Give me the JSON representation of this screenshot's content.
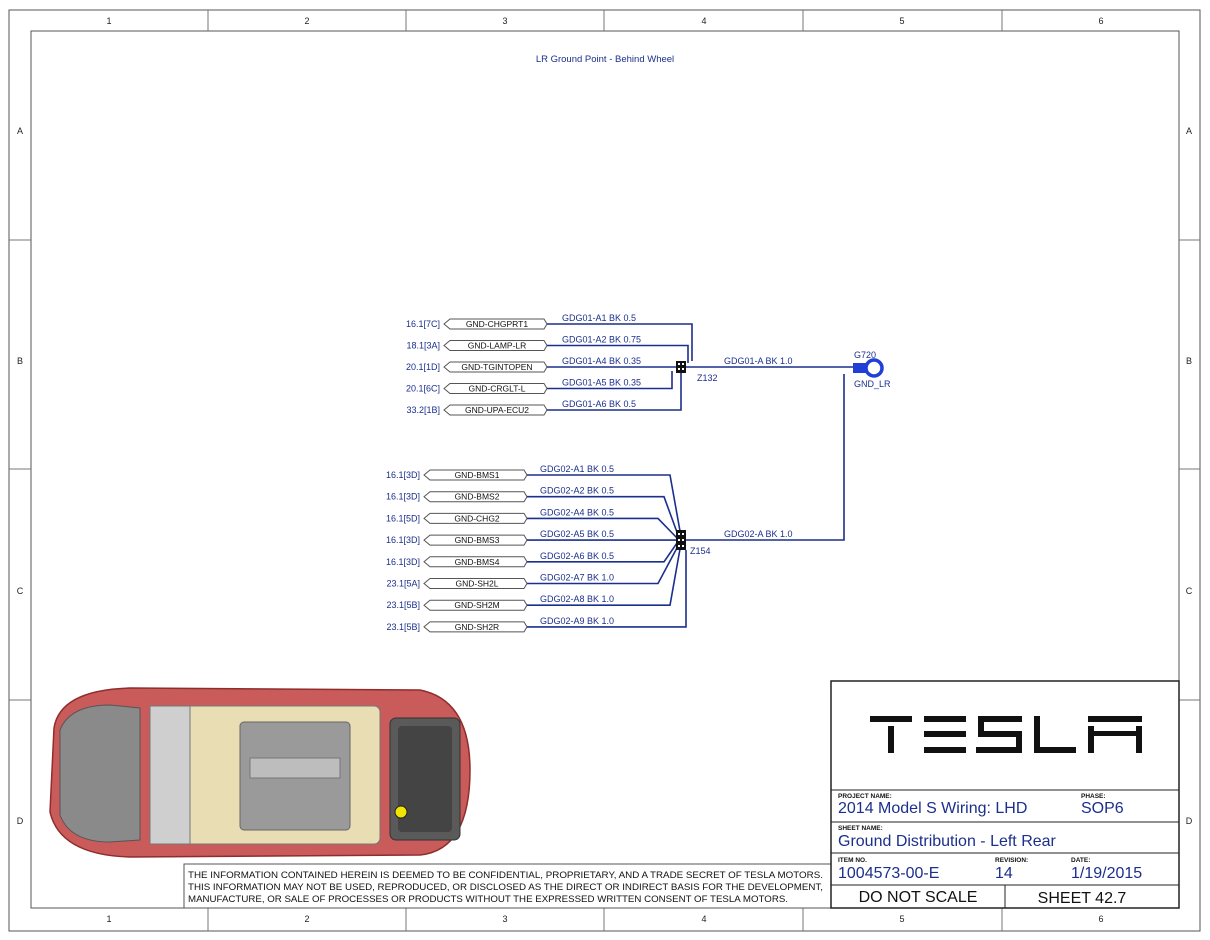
{
  "zones": {
    "columns": [
      "1",
      "2",
      "3",
      "4",
      "5",
      "6"
    ],
    "rows": [
      "A",
      "B",
      "C",
      "D"
    ]
  },
  "diagram": {
    "title": "LR Ground Point - Behind Wheel",
    "ground_point": {
      "ref": "G720",
      "name": "GND_LR"
    },
    "splice1": {
      "ref": "Z132",
      "main_wire": "GDG01-A BK 1.0",
      "branches": [
        {
          "sheet_ref": "16.1[7C]",
          "net": "GND-CHGPRT1",
          "wire": "GDG01-A1 BK 0.5"
        },
        {
          "sheet_ref": "18.1[3A]",
          "net": "GND-LAMP-LR",
          "wire": "GDG01-A2 BK 0.75"
        },
        {
          "sheet_ref": "20.1[1D]",
          "net": "GND-TGINTOPEN",
          "wire": "GDG01-A4 BK 0.35"
        },
        {
          "sheet_ref": "20.1[6C]",
          "net": "GND-CRGLT-L",
          "wire": "GDG01-A5 BK 0.35"
        },
        {
          "sheet_ref": "33.2[1B]",
          "net": "GND-UPA-ECU2",
          "wire": "GDG01-A6 BK 0.5"
        }
      ]
    },
    "splice2": {
      "ref": "Z154",
      "main_wire": "GDG02-A BK 1.0",
      "branches": [
        {
          "sheet_ref": "16.1[3D]",
          "net": "GND-BMS1",
          "wire": "GDG02-A1 BK 0.5"
        },
        {
          "sheet_ref": "16.1[3D]",
          "net": "GND-BMS2",
          "wire": "GDG02-A2 BK 0.5"
        },
        {
          "sheet_ref": "16.1[5D]",
          "net": "GND-CHG2",
          "wire": "GDG02-A4 BK 0.5"
        },
        {
          "sheet_ref": "16.1[3D]",
          "net": "GND-BMS3",
          "wire": "GDG02-A5 BK 0.5"
        },
        {
          "sheet_ref": "16.1[3D]",
          "net": "GND-BMS4",
          "wire": "GDG02-A6 BK 0.5"
        },
        {
          "sheet_ref": "23.1[5A]",
          "net": "GND-SH2L",
          "wire": "GDG02-A7 BK 1.0"
        },
        {
          "sheet_ref": "23.1[5B]",
          "net": "GND-SH2M",
          "wire": "GDG02-A8 BK 1.0"
        },
        {
          "sheet_ref": "23.1[5B]",
          "net": "GND-SH2R",
          "wire": "GDG02-A9 BK 1.0"
        }
      ]
    }
  },
  "disclaimer": {
    "line1": "THE INFORMATION CONTAINED HEREIN IS DEEMED TO BE CONFIDENTIAL, PROPRIETARY, AND A TRADE SECRET OF TESLA MOTORS.",
    "line2": "THIS INFORMATION MAY NOT BE USED, REPRODUCED, OR DISCLOSED AS THE DIRECT OR INDIRECT BASIS FOR THE DEVELOPMENT,",
    "line3": "MANUFACTURE, OR SALE OF PROCESSES OR PRODUCTS WITHOUT THE EXPRESSED WRITTEN CONSENT OF TESLA MOTORS."
  },
  "title_block": {
    "logo": "TESLA",
    "project_name_label": "PROJECT NAME:",
    "project_name": "2014 Model S Wiring: LHD",
    "phase_label": "PHASE:",
    "phase": "SOP6",
    "sheet_name_label": "SHEET NAME:",
    "sheet_name": "Ground Distribution - Left Rear",
    "item_no_label": "ITEM NO.",
    "item_no": "1004573-00-E",
    "revision_label": "REVISION:",
    "revision": "14",
    "date_label": "DATE:",
    "date": "1/19/2015",
    "scale_note": "DO NOT SCALE",
    "sheet_number": "SHEET 42.7"
  },
  "colors": {
    "wire": "#1b2f8c",
    "text_blue": "#1b2f8c",
    "ground_marker": "#1f3fd6",
    "car_body": "#c95b5b",
    "location_dot": "#f2e600"
  }
}
